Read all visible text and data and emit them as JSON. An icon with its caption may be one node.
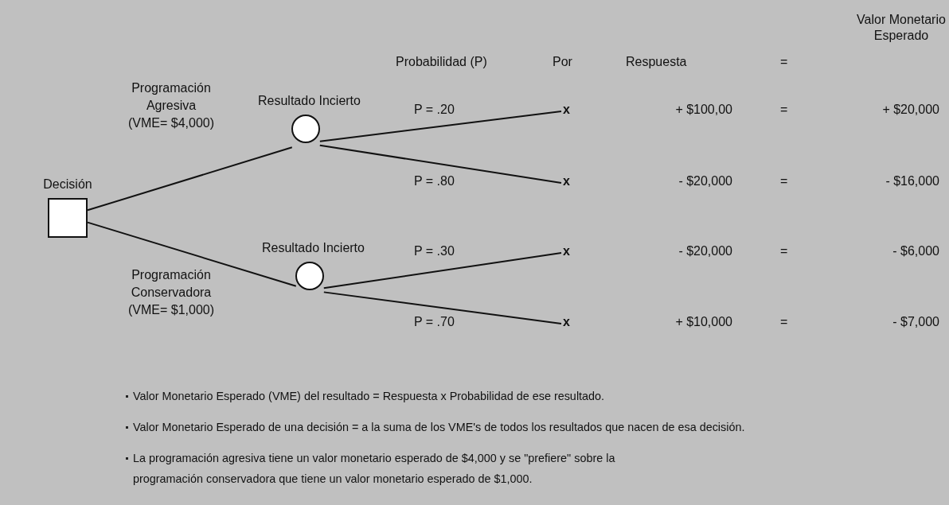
{
  "diagram": {
    "nodes": [
      {
        "text": [
          "Decisión"
        ]
      },
      {
        "text": [
          "Resultado Incierto"
        ]
      },
      {
        "text": [
          "Resultado Incierto"
        ]
      },
      {
        "text": [
          "x"
        ]
      },
      {
        "text": [
          "x"
        ]
      },
      {
        "text": [
          "x"
        ]
      },
      {
        "text": [
          "x"
        ]
      }
    ],
    "edges": [
      {
        "from": 0,
        "to": 1,
        "arrow": "none",
        "label": "Programación Agresiva (VME= $4,000)"
      },
      {
        "from": 0,
        "to": 2,
        "arrow": "none",
        "label": "Programación Conservadora (VME= $1,000)"
      },
      {
        "from": 1,
        "to": 3,
        "arrow": "none",
        "label": "P = .20"
      },
      {
        "from": 1,
        "to": 4,
        "arrow": "none",
        "label": "P = .80"
      },
      {
        "from": 2,
        "to": 5,
        "arrow": "none",
        "label": "P = .30"
      },
      {
        "from": 2,
        "to": 6,
        "arrow": "none",
        "label": "P = .70"
      }
    ],
    "labels": [
      "Valor Monetario Esperado",
      "Probabilidad (P)",
      "Por",
      "Respuesta",
      "=",
      "+ $100,00",
      "=",
      "+ $20,000",
      "- $20,000",
      "=",
      "- $16,000",
      "- $20,000",
      "=",
      "- $6,000",
      "+ $10,000",
      "=",
      "- $7,000",
      "Valor Monetario Esperado (VME) del resultado = Respuesta x Probabilidad de ese resultado.",
      "Valor Monetario Esperado de una decisión = a la suma de los VME's de todos los resultados que nacen de esa decisión.",
      "La programación agresiva tiene un valor monetario esperado de $4,000 y se \"prefiere\" sobre la programación conservadora que tiene un valor monetario esperado de $1,000."
    ]
  }
}
